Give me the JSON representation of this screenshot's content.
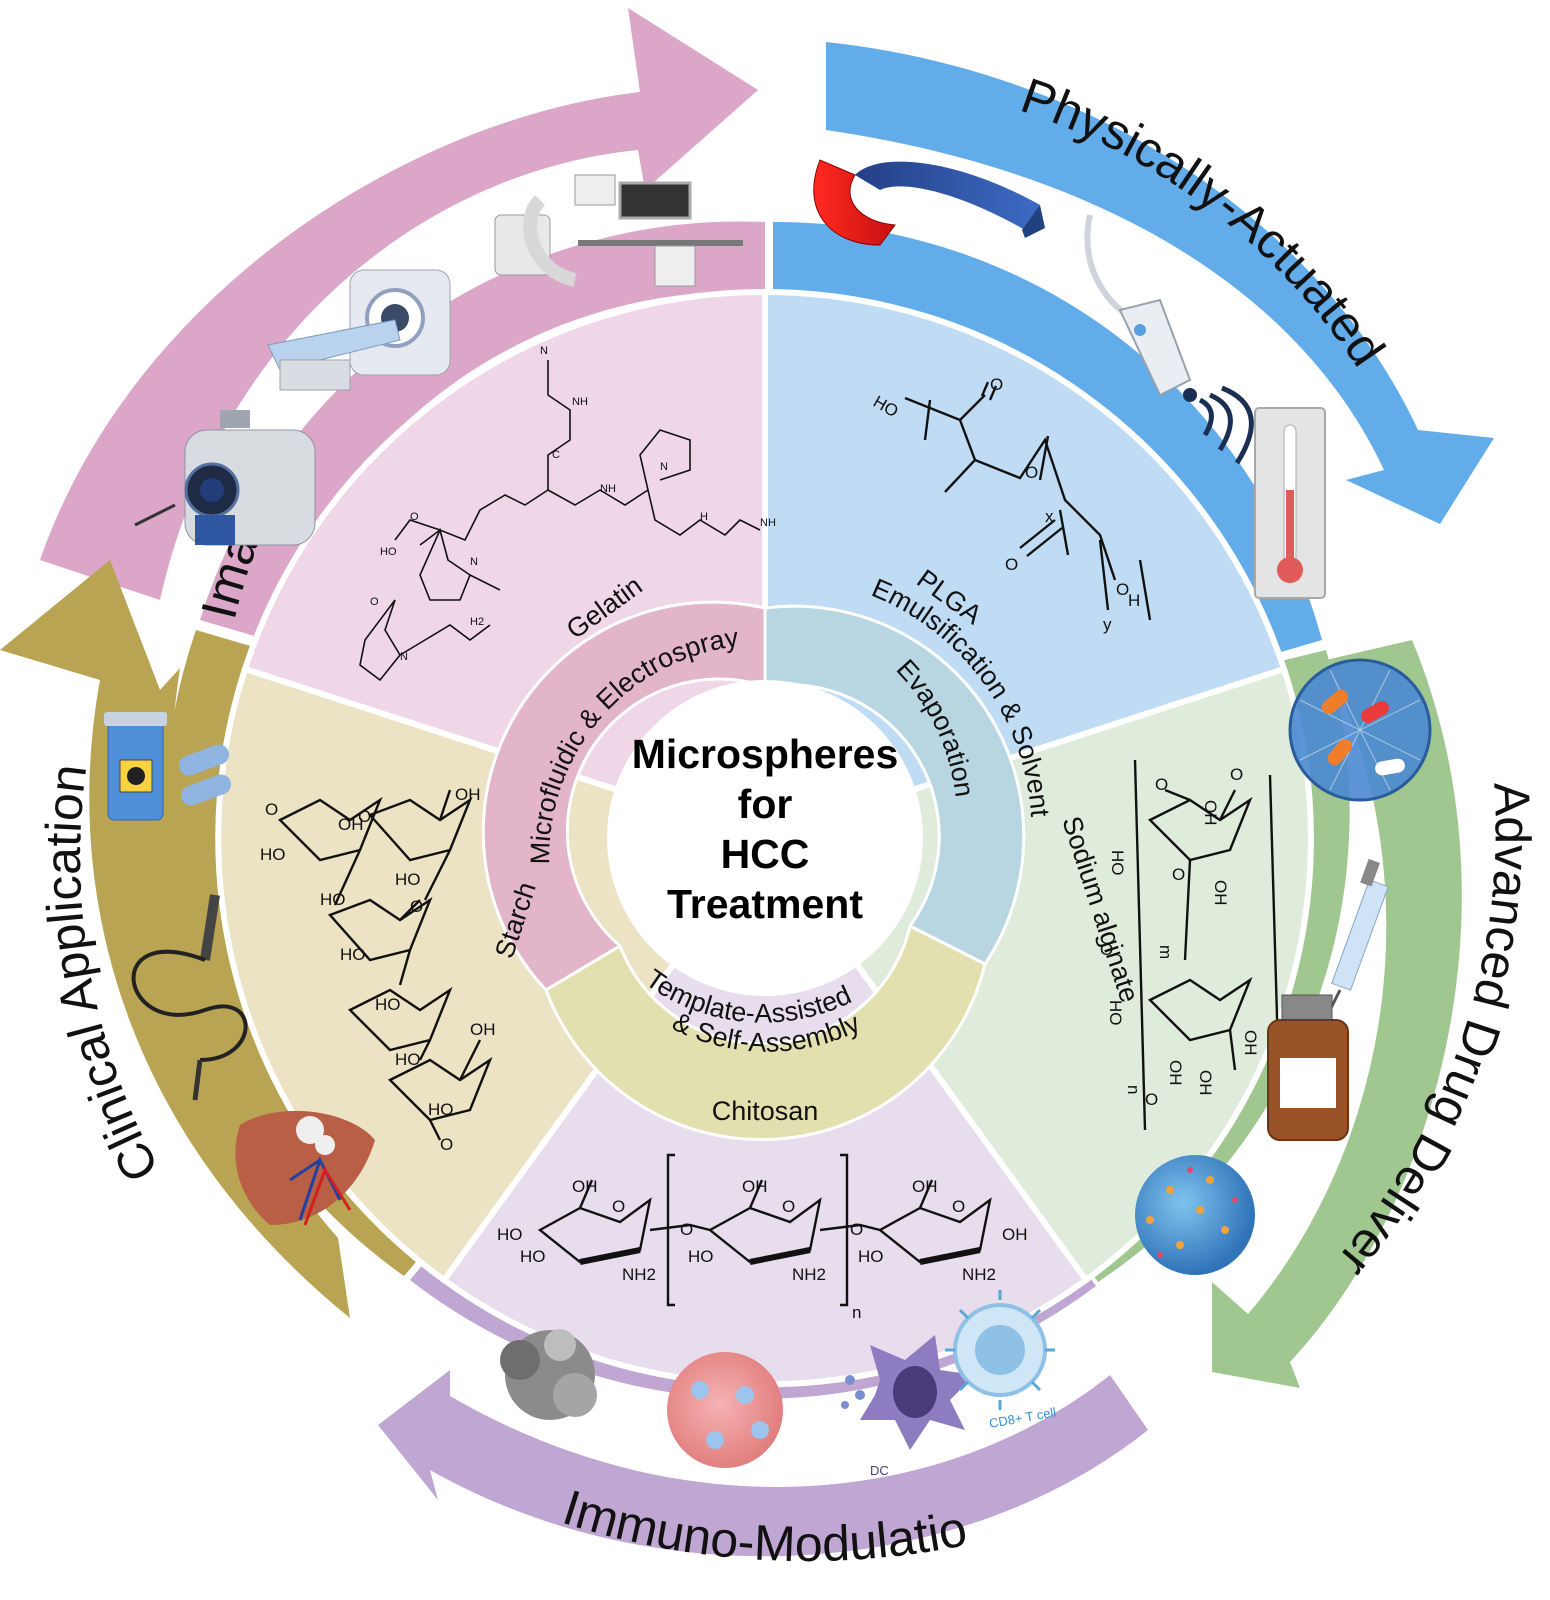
{
  "center": {
    "lines": [
      "Microspheres",
      "for",
      "HCC",
      "Treatment"
    ]
  },
  "applications": [
    {
      "label": "Imaging",
      "color": "#dba6c8"
    },
    {
      "label": "Physically-Actuated",
      "color": "#63acea"
    },
    {
      "label": "Advanced Drug Delivery",
      "color": "#9fc78f"
    },
    {
      "label": "Immuno-Modulation",
      "color": "#c0a7d3"
    },
    {
      "label": "Clinical Applications",
      "color": "#b8a452"
    }
  ],
  "materials": [
    {
      "label": "Gelatin",
      "color": "#efd7e8"
    },
    {
      "label": "PLGA",
      "color": "#c0dcf4"
    },
    {
      "label": "Sodium alginate",
      "color": "#dfebdb"
    },
    {
      "label": "Chitosan",
      "color": "#e7ddec"
    },
    {
      "label": "Starch",
      "color": "#ece2c4"
    }
  ],
  "methods": [
    {
      "label": "Microfluidic & Electrospray",
      "color": "#e2b5c8"
    },
    {
      "label": "Emulsification & Solvent",
      "label2": "Evaporation",
      "color": "#b8d6e1"
    },
    {
      "label": "Template-Assisted",
      "label2": "& Self-Assembly",
      "color": "#e3e0b0"
    }
  ],
  "chem": {
    "ho": "HO",
    "oh": "OH",
    "o": "O",
    "h": "H",
    "x": "x",
    "y": "y",
    "n": "n",
    "m": "m",
    "nh2": "NH2",
    "nh": "NH",
    "n_atom": "N",
    "c": "C",
    "h2": "H2"
  },
  "illustration_labels": {
    "cd8": "CD8+ T cell",
    "dc": "DC"
  },
  "icons": [
    "c-arm-icon",
    "ct-scanner-icon",
    "mri-scanner-icon",
    "horseshoe-magnet-icon",
    "ultrasound-probe-icon",
    "thermometer-icon",
    "drug-capsule-network-icon",
    "syringe-icon",
    "medicine-vial-icon",
    "nanoparticle-icon",
    "tumor-cell-cluster-icon",
    "dendritic-cell-icon",
    "t-cell-icon",
    "liver-icon",
    "endoscope-icon",
    "radioactive-bottle-icon",
    "pill-icon"
  ]
}
